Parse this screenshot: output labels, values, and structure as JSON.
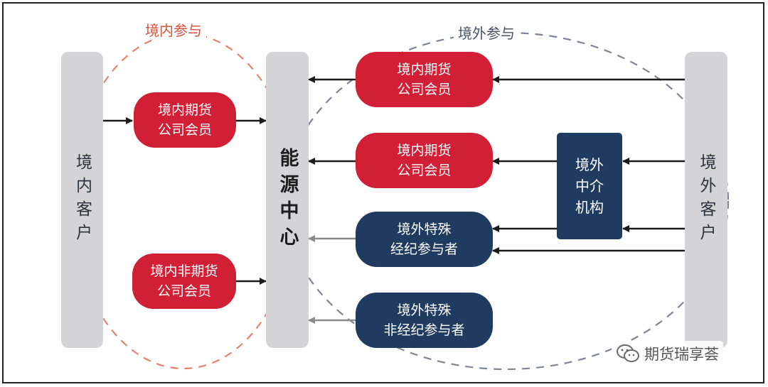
{
  "labels": {
    "domestic_participation": "境内参与",
    "overseas_participation": "境外参与"
  },
  "bars": {
    "domestic_clients": "境内客户",
    "energy_center": "能源中心",
    "overseas_clients": "境外客户"
  },
  "nodes": {
    "domestic_futures_member_left": "境内期货\n公司会员",
    "domestic_non_futures_member": "境内非期货\n公司会员",
    "domestic_futures_member_top": "境内期货\n公司会员",
    "domestic_futures_member_mid": "境内期货\n公司会员",
    "overseas_special_broker": "境外特殊\n经纪参与者",
    "overseas_special_non_broker": "境外特殊\n非经纪参与者",
    "overseas_intermediary": "境外\n中介\n机构"
  },
  "watermark": "期货瑞享荟",
  "colors": {
    "domestic_red": "#d11f36",
    "overseas_navy": "#1f3b5f",
    "domestic_dash": "#e8826f",
    "overseas_dash": "#7e8597",
    "bar_gray": "#d4d4d6",
    "arrow_dark": "#1b1b1b",
    "arrow_gray": "#8a8a8a"
  },
  "icons": {
    "watermark_icon": "wechat-icon"
  }
}
